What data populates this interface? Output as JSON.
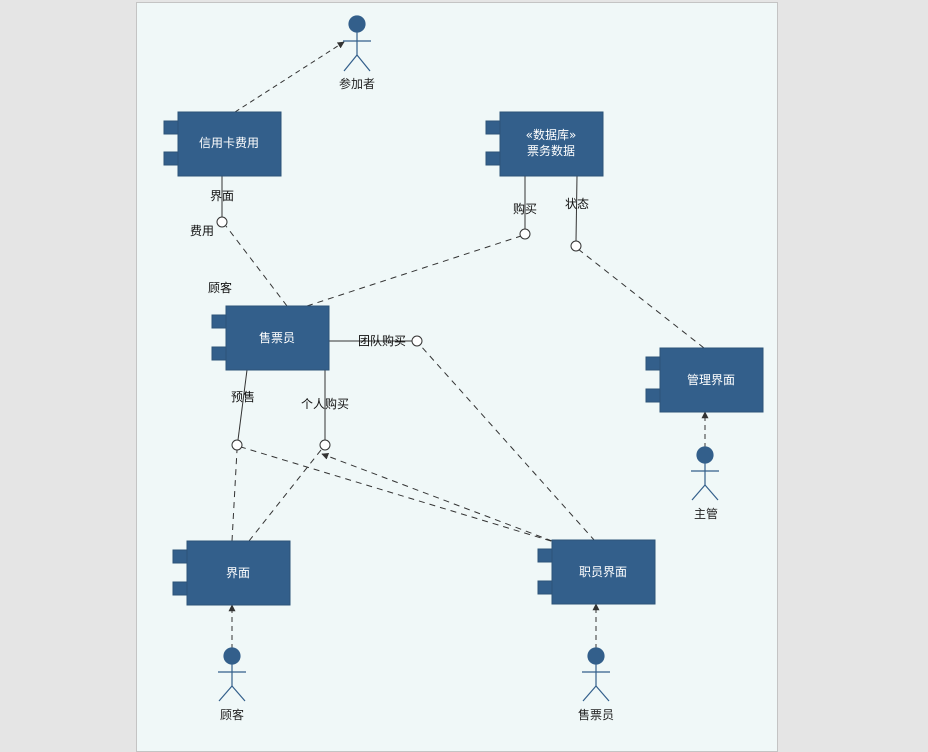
{
  "colors": {
    "component_fill": "#335f8b",
    "component_stroke": "#2c5378",
    "actor": "#335f8b",
    "line": "#333333",
    "canvas": "#f0f8f8",
    "background": "#e5e5e5"
  },
  "components": {
    "credit": "信用卡费用",
    "db_stereotype": "«数据库»",
    "db_name": "票务数据",
    "clerk": "售票员",
    "admin_ui": "管理界面",
    "ui": "界面",
    "staff_ui": "职员界面"
  },
  "actors": {
    "participant": "参加者",
    "supervisor": "主管",
    "customer": "顾客",
    "clerk": "售票员"
  },
  "labels": {
    "interface": "界面",
    "fee": "费用",
    "purchase": "购买",
    "status": "状态",
    "customer": "顾客",
    "group_purchase": "团队购买",
    "presale": "预售",
    "individual_purchase": "个人购买"
  }
}
